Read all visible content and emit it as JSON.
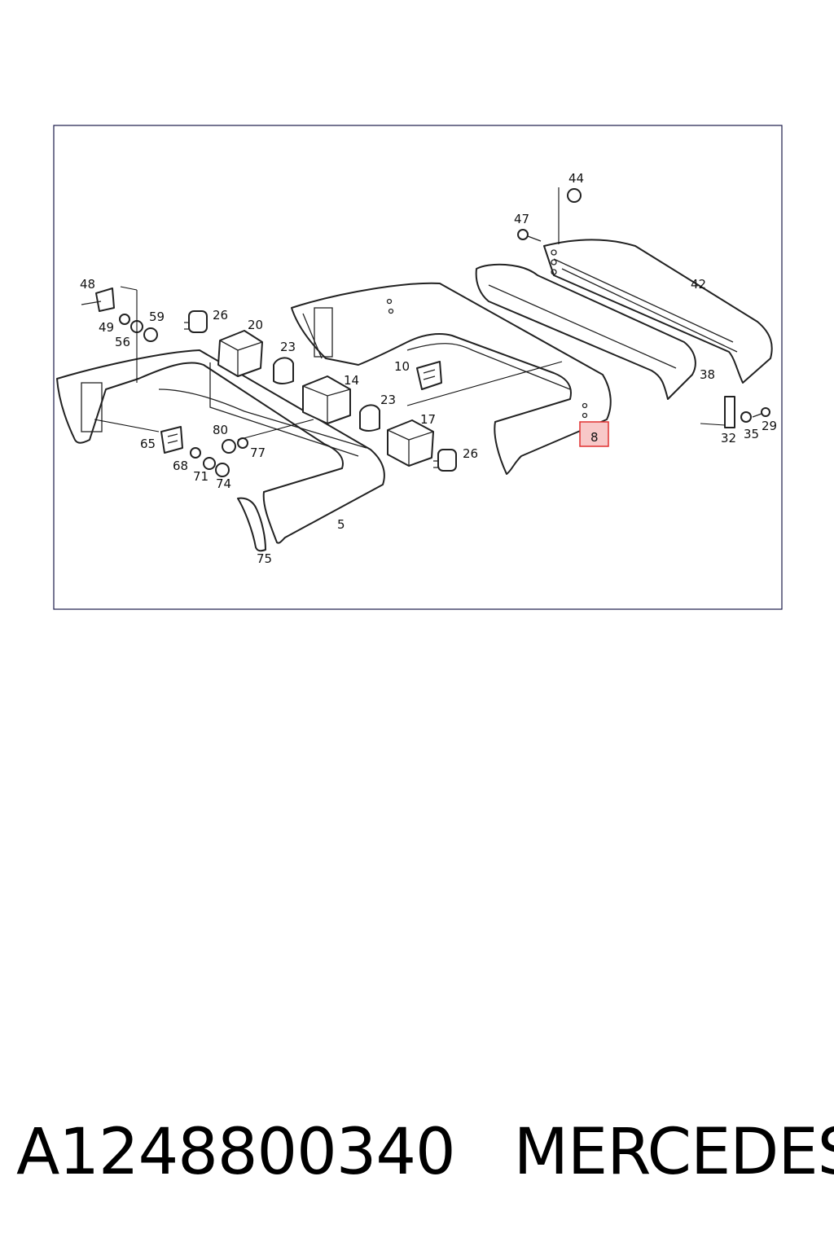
{
  "callouts": [
    {
      "id": "44",
      "label": "44",
      "highlighted": false
    },
    {
      "id": "47",
      "label": "47",
      "highlighted": false
    },
    {
      "id": "42",
      "label": "42",
      "highlighted": false
    },
    {
      "id": "48",
      "label": "48",
      "highlighted": false
    },
    {
      "id": "59",
      "label": "59",
      "highlighted": false
    },
    {
      "id": "49",
      "label": "49",
      "highlighted": false
    },
    {
      "id": "56",
      "label": "56",
      "highlighted": false
    },
    {
      "id": "26a",
      "label": "26",
      "highlighted": false
    },
    {
      "id": "20",
      "label": "20",
      "highlighted": false
    },
    {
      "id": "23a",
      "label": "23",
      "highlighted": false
    },
    {
      "id": "14",
      "label": "14",
      "highlighted": false
    },
    {
      "id": "10",
      "label": "10",
      "highlighted": false
    },
    {
      "id": "23b",
      "label": "23",
      "highlighted": false
    },
    {
      "id": "17",
      "label": "17",
      "highlighted": false
    },
    {
      "id": "26b",
      "label": "26",
      "highlighted": false
    },
    {
      "id": "38",
      "label": "38",
      "highlighted": false
    },
    {
      "id": "32",
      "label": "32",
      "highlighted": false
    },
    {
      "id": "35",
      "label": "35",
      "highlighted": false
    },
    {
      "id": "29",
      "label": "29",
      "highlighted": false
    },
    {
      "id": "8",
      "label": "8",
      "highlighted": true
    },
    {
      "id": "65",
      "label": "65",
      "highlighted": false
    },
    {
      "id": "80",
      "label": "80",
      "highlighted": false
    },
    {
      "id": "77",
      "label": "77",
      "highlighted": false
    },
    {
      "id": "68",
      "label": "68",
      "highlighted": false
    },
    {
      "id": "71",
      "label": "71",
      "highlighted": false
    },
    {
      "id": "74",
      "label": "74",
      "highlighted": false
    },
    {
      "id": "5",
      "label": "5",
      "highlighted": false
    },
    {
      "id": "75",
      "label": "75",
      "highlighted": false
    }
  ],
  "highlight_color": "#e03030",
  "highlight_fill": "#f8c8c8",
  "footer": {
    "part_number": "A1248800340",
    "brand": "MERCEDES"
  }
}
